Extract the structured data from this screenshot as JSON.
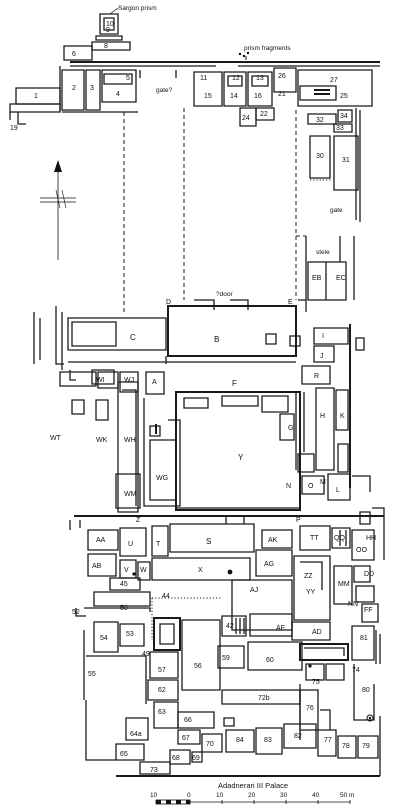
{
  "annotations": {
    "sargon_prism": "Sargon prism",
    "prism_fragments": "prism fragments",
    "gate_north": "gate?",
    "gate_east": "gate",
    "door": "?door",
    "stele": "stele",
    "palace": "Adadnerari III Palace"
  },
  "rooms": {
    "r1": "1",
    "r2": "2",
    "r3": "3",
    "r4": "4",
    "r5": "5",
    "r6": "6",
    "r8": "8",
    "r9": "9",
    "r10": "10",
    "r11": "11",
    "r12": "12",
    "r13": "13",
    "r14": "14",
    "r15": "15",
    "r16": "16",
    "r19": "19",
    "r21": "21",
    "r22": "22",
    "r24": "24",
    "r25": "25",
    "r26": "26",
    "r27": "27",
    "r30": "30",
    "r31": "31",
    "r32": "32",
    "r33": "33",
    "r34": "34",
    "EB": "EB",
    "EC": "EC",
    "B": "B",
    "C": "C",
    "D": "D",
    "E": "E",
    "F": "F",
    "G": "G",
    "H": "H",
    "I": "I",
    "J": "J",
    "K": "K",
    "L": "L",
    "M": "M",
    "N": "N",
    "O": "O",
    "P": "P",
    "R": "R",
    "S": "S",
    "T": "T",
    "U": "U",
    "V": "V",
    "W": "W",
    "X": "X",
    "Y": "Y",
    "Z": "Z",
    "A": "A",
    "WI": "WI",
    "WJ": "WJ",
    "WK": "WK",
    "WH": "WH",
    "WG": "WG",
    "WM": "WM",
    "WT": "WT",
    "AA": "AA",
    "AB": "AB",
    "AD": "AD",
    "AF": "AF",
    "AG": "AG",
    "AJ": "AJ",
    "AK": "AK",
    "TT": "TT",
    "OO": "OO",
    "HH": "HH",
    "DD": "DD",
    "FF": "FF",
    "NN": "NN",
    "MM": "MM",
    "ZZ": "ZZ",
    "YY": "YY",
    "QQ": "QQ",
    "r42": "42",
    "r44": "44",
    "r45": "45",
    "r49": "49",
    "r50": "50",
    "r52": "52",
    "r53": "53",
    "r54": "54",
    "r55": "55",
    "r56": "56",
    "r57": "57",
    "r59": "59",
    "r60": "60",
    "r62": "62",
    "r63": "63",
    "r64a": "64a",
    "r65": "65",
    "r66": "66",
    "r67": "67",
    "r68": "68",
    "r69": "69",
    "r70": "70",
    "r72b": "72b",
    "r73": "73",
    "r74": "74",
    "r75": "75",
    "r76": "76",
    "r77": "77",
    "r78": "78",
    "r79": "79",
    "r80": "80",
    "r81": "81",
    "r82": "82",
    "r83": "83",
    "r84": "84"
  },
  "scale_bar": {
    "ticks": [
      "10",
      "0",
      "10",
      "20",
      "30",
      "40",
      "50"
    ],
    "unit": "m"
  },
  "north_arrow": {
    "icon": "north-arrow-icon"
  }
}
